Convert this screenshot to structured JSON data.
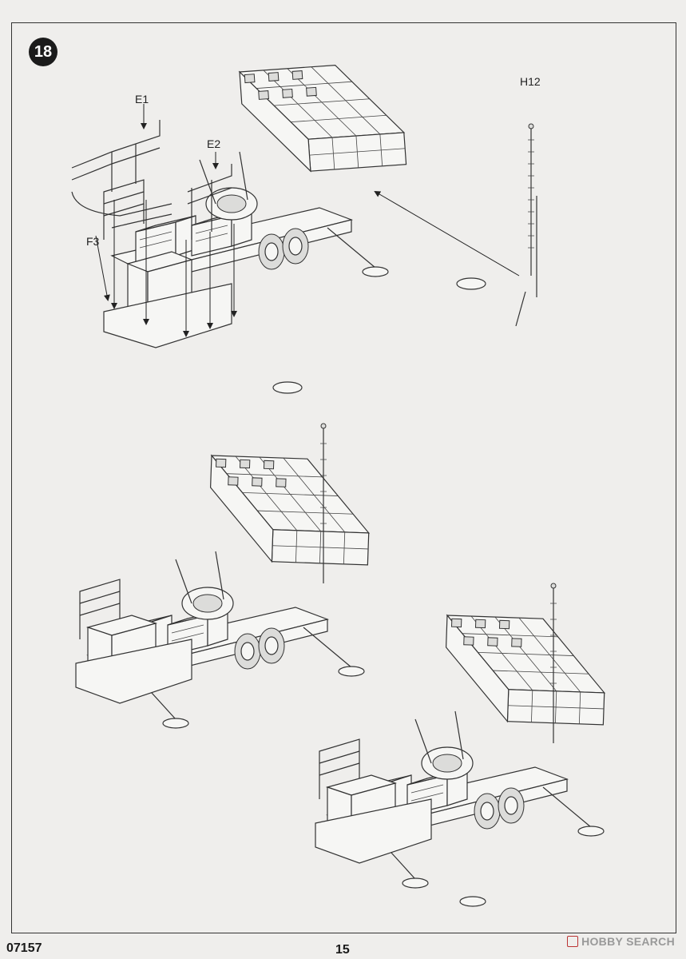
{
  "step": {
    "number": "18"
  },
  "labels": {
    "e1": "E1",
    "e2": "E2",
    "f3": "F3",
    "h12": "H12"
  },
  "footer": {
    "code": "07157",
    "page": "15",
    "watermark": "HOBBY SEARCH"
  }
}
